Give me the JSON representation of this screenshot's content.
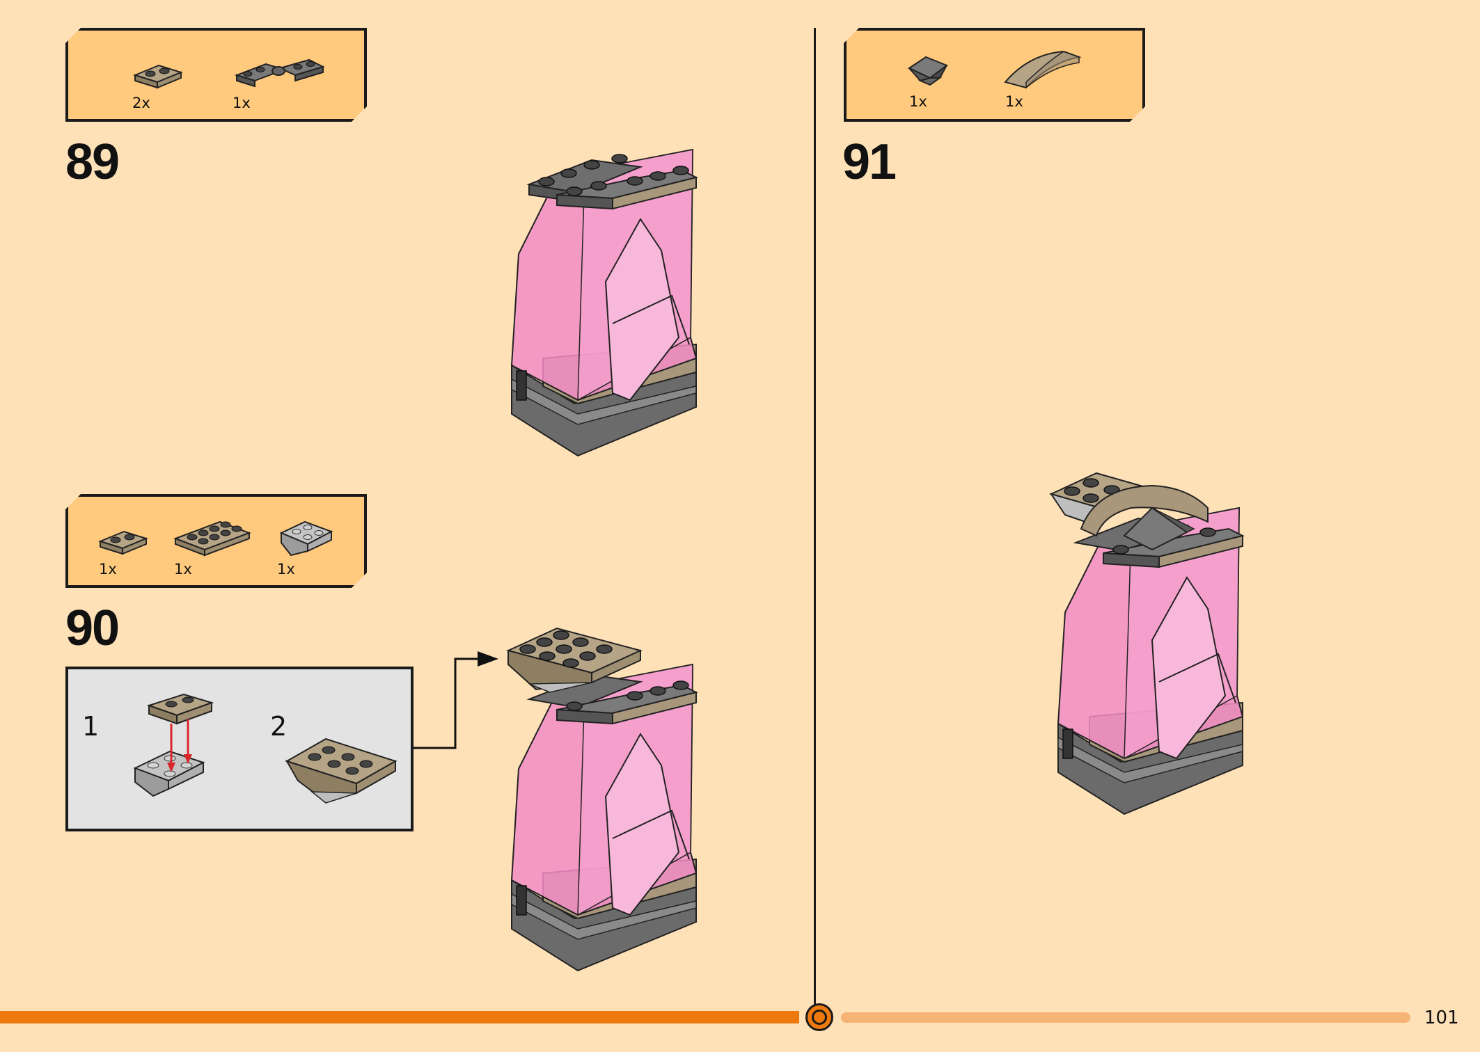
{
  "steps": {
    "s89": {
      "number": "89",
      "parts": [
        {
          "name": "tan-plate-1x2",
          "qty": "2x"
        },
        {
          "name": "dark-grey-hinge-plate",
          "qty": "1x"
        }
      ]
    },
    "s90": {
      "number": "90",
      "parts": [
        {
          "name": "tan-plate-1x2",
          "qty": "1x"
        },
        {
          "name": "tan-plate-2x4",
          "qty": "1x"
        },
        {
          "name": "light-grey-inverted-slope",
          "qty": "1x"
        }
      ],
      "substeps": [
        "1",
        "2"
      ]
    },
    "s91": {
      "number": "91",
      "parts": [
        {
          "name": "dark-grey-pyramid-tile",
          "qty": "1x"
        },
        {
          "name": "tan-curved-slope",
          "qty": "1x"
        }
      ]
    }
  },
  "footer": {
    "page_number": "101",
    "accent_color": "#EE7A0E",
    "bar_light_color": "#F6B474"
  },
  "colors": {
    "background": "#FFE1B8",
    "parts_box": "#FFC97E",
    "substep_box": "#E3E3E3",
    "crystal_pink": "#F28CC6",
    "tan": "#A8977A",
    "dark_grey": "#6E6E6E",
    "arrow_red": "#D9262B"
  }
}
